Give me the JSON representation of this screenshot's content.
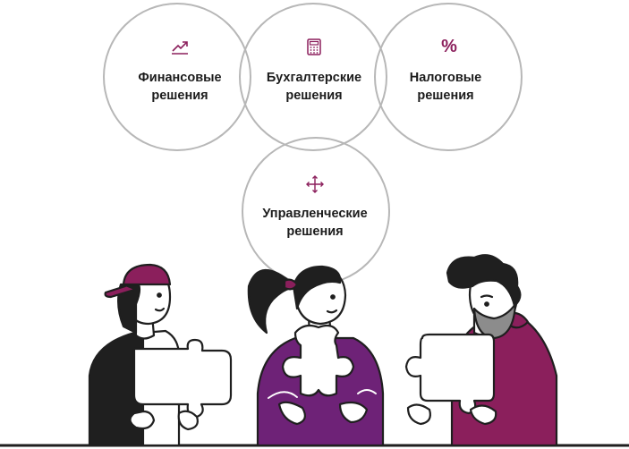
{
  "solutions": [
    {
      "icon": "trend-up-icon",
      "line1": "Финансовые",
      "line2": "решения"
    },
    {
      "icon": "calculator-icon",
      "line1": "Бухгалтерские",
      "line2": "решения"
    },
    {
      "icon": "percent-icon",
      "line1": "Налоговые",
      "line2": "решения",
      "symbol": "%"
    },
    {
      "icon": "move-arrows-icon",
      "line1": "Управленческие",
      "line2": "решения"
    }
  ],
  "colors": {
    "accent": "#8b1f5c",
    "purple": "#6e2277",
    "dark": "#1f1f1f",
    "circle_border": "#b7b7b7",
    "beard_gray": "#8c8c8c"
  }
}
